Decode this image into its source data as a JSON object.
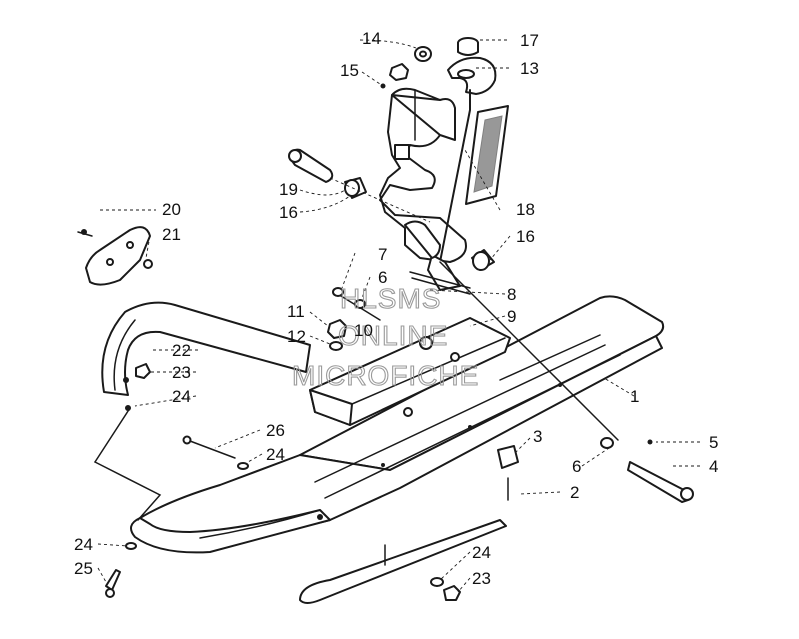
{
  "diagram": {
    "callouts": [
      {
        "id": "c1",
        "text": "1"
      },
      {
        "id": "c2",
        "text": "2"
      },
      {
        "id": "c3",
        "text": "3"
      },
      {
        "id": "c4",
        "text": "4"
      },
      {
        "id": "c5",
        "text": "5"
      },
      {
        "id": "c6a",
        "text": "6"
      },
      {
        "id": "c6b",
        "text": "6"
      },
      {
        "id": "c7",
        "text": "7"
      },
      {
        "id": "c8",
        "text": "8"
      },
      {
        "id": "c9",
        "text": "9"
      },
      {
        "id": "c10",
        "text": "10"
      },
      {
        "id": "c11",
        "text": "11"
      },
      {
        "id": "c12",
        "text": "12"
      },
      {
        "id": "c13",
        "text": "13"
      },
      {
        "id": "c14",
        "text": "14"
      },
      {
        "id": "c15",
        "text": "15"
      },
      {
        "id": "c16a",
        "text": "16"
      },
      {
        "id": "c16b",
        "text": "16"
      },
      {
        "id": "c17",
        "text": "17"
      },
      {
        "id": "c18",
        "text": "18"
      },
      {
        "id": "c19",
        "text": "19"
      },
      {
        "id": "c20",
        "text": "20"
      },
      {
        "id": "c21",
        "text": "21"
      },
      {
        "id": "c22",
        "text": "22"
      },
      {
        "id": "c23a",
        "text": "23"
      },
      {
        "id": "c23b",
        "text": "23"
      },
      {
        "id": "c24a",
        "text": "24"
      },
      {
        "id": "c24b",
        "text": "24"
      },
      {
        "id": "c24c",
        "text": "24"
      },
      {
        "id": "c24d",
        "text": "24"
      },
      {
        "id": "c25",
        "text": "25"
      },
      {
        "id": "c26",
        "text": "26"
      }
    ],
    "watermark": {
      "line1": "HLSMS",
      "line2": "ONLINE",
      "line3": "MICROFICHE"
    }
  }
}
